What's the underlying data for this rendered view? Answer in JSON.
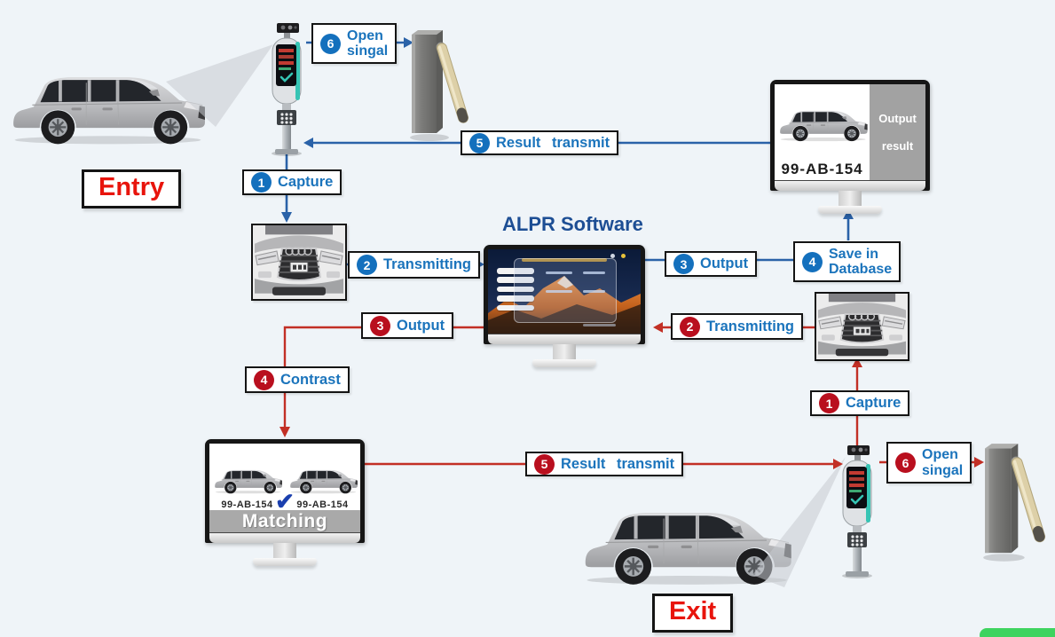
{
  "diagram_title": "ALPR Software",
  "zones": {
    "entry_label": "Entry",
    "exit_label": "Exit"
  },
  "entry_flow": {
    "capture": {
      "num": "1",
      "label": "Capture"
    },
    "transmitting": {
      "num": "2",
      "label": "Transmitting"
    },
    "output": {
      "num": "3",
      "label": "Output"
    },
    "save_in_database": {
      "num": "4",
      "line1": "Save in",
      "line2": "Database"
    },
    "result_transmit": {
      "num": "5",
      "label": "Result transmit"
    },
    "open_signal": {
      "num": "6",
      "line1": "Open",
      "line2": "singal"
    }
  },
  "exit_flow": {
    "capture": {
      "num": "1",
      "label": "Capture"
    },
    "transmitting": {
      "num": "2",
      "label": "Transmitting"
    },
    "output": {
      "num": "3",
      "label": "Output"
    },
    "contrast": {
      "num": "4",
      "label": "Contrast"
    },
    "result_transmit": {
      "num": "5",
      "label": "Result transmit"
    },
    "open_signal": {
      "num": "6",
      "line1": "Open",
      "line2": "singal"
    }
  },
  "monitors": {
    "output_monitor": {
      "plate": "99-AB-154",
      "line1": "Output",
      "line2": "result"
    },
    "matching_monitor": {
      "plate_left": "99-AB-154",
      "plate_right": "99-AB-154",
      "label": "Matching",
      "check_icon": "✔"
    }
  },
  "colors": {
    "background": "#eff4f8",
    "entry_flow_blue": "#1470bd",
    "exit_flow_red": "#b90f1e",
    "label_text_blue": "#1b74bc",
    "line_blue": "#2a62a8",
    "line_red": "#c22f25",
    "zone_label_red": "#e8140c",
    "title_blue": "#1d4e94",
    "corner_green": "#3ed35f"
  }
}
